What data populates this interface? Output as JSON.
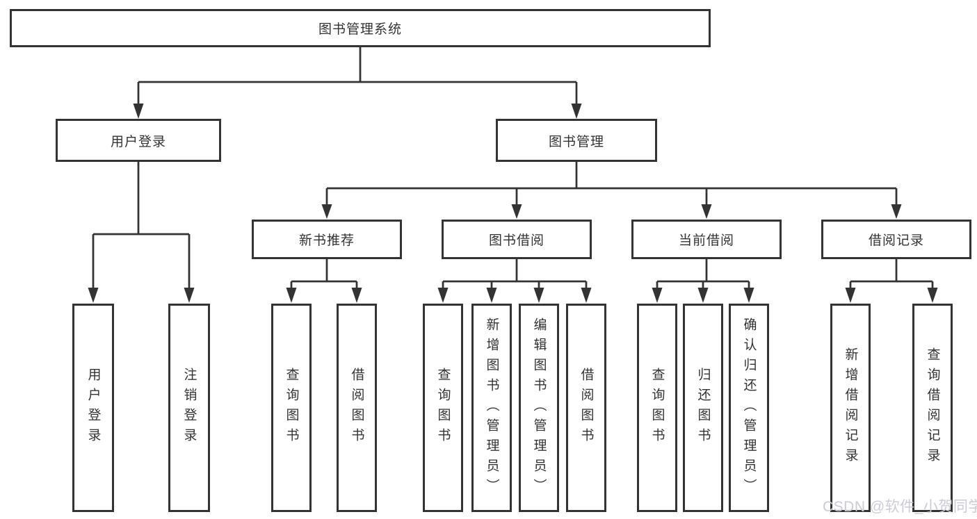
{
  "tree": {
    "label": "图书管理系统",
    "children": [
      {
        "label": "用户登录",
        "children": [
          {
            "label": "用户登录"
          },
          {
            "label": "注销登录"
          }
        ]
      },
      {
        "label": "图书管理",
        "children": [
          {
            "label": "新书推荐",
            "children": [
              {
                "label": "查询图书"
              },
              {
                "label": "借阅图书"
              }
            ]
          },
          {
            "label": "图书借阅",
            "children": [
              {
                "label": "查询图书"
              },
              {
                "label": "新增图书（管理员）"
              },
              {
                "label": "编辑图书（管理员）"
              },
              {
                "label": "借阅图书"
              }
            ]
          },
          {
            "label": "当前借阅",
            "children": [
              {
                "label": "查询图书"
              },
              {
                "label": "归还图书"
              },
              {
                "label": "确认归还（管理员）"
              }
            ]
          },
          {
            "label": "借阅记录",
            "children": [
              {
                "label": "新增借阅记录"
              },
              {
                "label": "查询借阅记录"
              }
            ]
          }
        ]
      }
    ]
  },
  "watermark": {
    "text": "CSDN @软件_小贺同学"
  },
  "colors": {
    "line": "#333333",
    "text": "#333333",
    "background": "#ffffff",
    "watermark": "#cbcbd5"
  }
}
